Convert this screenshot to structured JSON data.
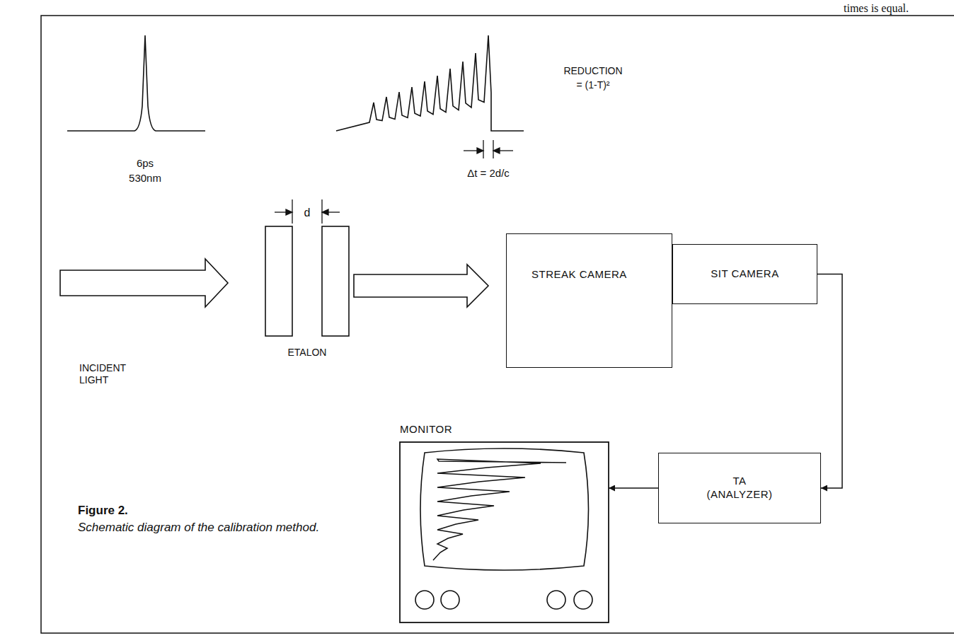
{
  "diagram": {
    "caption": "Schematic diagram of the calibration method.",
    "nodes": [
      {
        "text": [
          "STREAK CAMERA"
        ]
      },
      {
        "text": [
          "SIT CAMERA"
        ]
      },
      {
        "text": [
          "MONITOR"
        ]
      },
      {
        "text": [
          "TA (ANALYZER)"
        ]
      }
    ],
    "edges": [
      {
        "from": 1,
        "to": 3,
        "arrow": "to"
      },
      {
        "from": 3,
        "to": 2,
        "arrow": "to"
      }
    ],
    "labels": [
      "times is equal.",
      "6ps",
      "530nm",
      "REDUCTION",
      "= (1-T)²",
      "Δt = 2d/c",
      "d",
      "INCIDENT LIGHT",
      "ETALON",
      "Figure 2."
    ]
  }
}
